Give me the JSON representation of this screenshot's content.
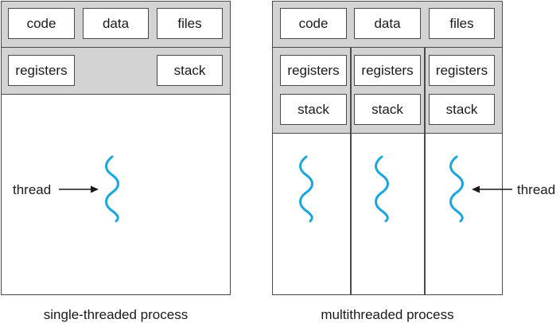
{
  "single": {
    "resources": [
      "code",
      "data",
      "files"
    ],
    "registers": "registers",
    "stack": "stack",
    "thread_label": "thread",
    "caption": "single-threaded process"
  },
  "multi": {
    "resources": [
      "code",
      "data",
      "files"
    ],
    "threads": [
      {
        "registers": "registers",
        "stack": "stack"
      },
      {
        "registers": "registers",
        "stack": "stack"
      },
      {
        "registers": "registers",
        "stack": "stack"
      }
    ],
    "thread_label": "thread",
    "caption": "multithreaded process"
  },
  "colors": {
    "thread_wave": "#1aa7e0",
    "band_fill": "#d3d3d3",
    "outline": "#4a4a4a"
  }
}
